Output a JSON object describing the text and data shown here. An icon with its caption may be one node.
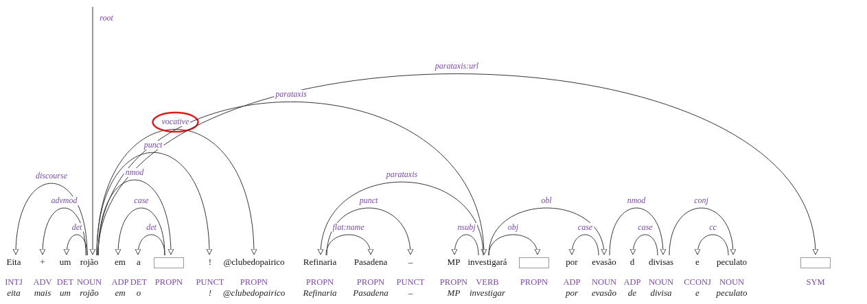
{
  "diagram": {
    "nodes": [
      {
        "text": [
          "Eita"
        ],
        "beside": [
          "INTJ",
          "eita"
        ]
      },
      {
        "text": [
          "+"
        ],
        "beside": [
          "ADV",
          "mais"
        ]
      },
      {
        "text": [
          "um"
        ],
        "beside": [
          "DET",
          "um"
        ]
      },
      {
        "text": [
          "rojão"
        ],
        "beside": [
          "NOUN",
          "rojão"
        ]
      },
      {
        "text": [
          "em"
        ],
        "beside": [
          "ADP",
          "em"
        ]
      },
      {
        "text": [
          "a"
        ],
        "beside": [
          "DET",
          "o"
        ]
      },
      {
        "text": [],
        "shape": "box",
        "beside": [
          "PROPN"
        ]
      },
      {
        "text": [
          "!"
        ],
        "beside": [
          "PUNCT",
          "!"
        ]
      },
      {
        "text": [
          "@clubedopairico"
        ],
        "beside": [
          "PROPN",
          "@clubedopairico"
        ]
      },
      {
        "text": [
          "Refinaria"
        ],
        "beside": [
          "PROPN",
          "Refinaria"
        ]
      },
      {
        "text": [
          "Pasadena"
        ],
        "beside": [
          "PROPN",
          "Pasadena"
        ]
      },
      {
        "text": [
          "–"
        ],
        "beside": [
          "PUNCT",
          "–"
        ]
      },
      {
        "text": [
          "MP"
        ],
        "beside": [
          "PROPN",
          "MP"
        ]
      },
      {
        "text": [
          "investigará"
        ],
        "beside": [
          "VERB",
          "investigar"
        ]
      },
      {
        "text": [],
        "shape": "box",
        "beside": [
          "PROPN"
        ]
      },
      {
        "text": [
          "por"
        ],
        "beside": [
          "ADP",
          "por"
        ]
      },
      {
        "text": [
          "evasão"
        ],
        "beside": [
          "NOUN",
          "evasão"
        ]
      },
      {
        "text": [
          "d"
        ],
        "beside": [
          "ADP",
          "de"
        ]
      },
      {
        "text": [
          "divisas"
        ],
        "beside": [
          "NOUN",
          "divisa"
        ]
      },
      {
        "text": [
          "e"
        ],
        "beside": [
          "CCONJ",
          "e"
        ]
      },
      {
        "text": [
          "peculato"
        ],
        "beside": [
          "NOUN",
          "peculato"
        ]
      },
      {
        "text": [],
        "shape": "box",
        "beside": [
          "SYM"
        ]
      }
    ],
    "edges": [
      {
        "from": 3,
        "to": 0,
        "arrow": "to",
        "label": "discourse"
      },
      {
        "from": 3,
        "to": 1,
        "arrow": "to",
        "label": "advmod"
      },
      {
        "from": 3,
        "to": 2,
        "arrow": "to",
        "label": "det"
      },
      {
        "from": null,
        "to": 3,
        "arrow": "to",
        "label": "root"
      },
      {
        "from": 3,
        "to": 6,
        "arrow": "to",
        "label": "nmod"
      },
      {
        "from": 6,
        "to": 4,
        "arrow": "to",
        "label": "case"
      },
      {
        "from": 6,
        "to": 5,
        "arrow": "to",
        "label": "det"
      },
      {
        "from": 3,
        "to": 7,
        "arrow": "to",
        "label": "punct"
      },
      {
        "from": 3,
        "to": 8,
        "arrow": "to",
        "label": "vocative"
      },
      {
        "from": 3,
        "to": 13,
        "arrow": "to",
        "label": "parataxis"
      },
      {
        "from": 3,
        "to": 21,
        "arrow": "to",
        "label": "parataxis:url"
      },
      {
        "from": 13,
        "to": 9,
        "arrow": "to",
        "label": "parataxis"
      },
      {
        "from": 9,
        "to": 11,
        "arrow": "to",
        "label": "punct"
      },
      {
        "from": 9,
        "to": 10,
        "arrow": "to",
        "label": "flat:name"
      },
      {
        "from": 13,
        "to": 12,
        "arrow": "to",
        "label": "nsubj"
      },
      {
        "from": 13,
        "to": 14,
        "arrow": "to",
        "label": "obj"
      },
      {
        "from": 13,
        "to": 16,
        "arrow": "to",
        "label": "obl"
      },
      {
        "from": 16,
        "to": 15,
        "arrow": "to",
        "label": "case"
      },
      {
        "from": 16,
        "to": 18,
        "arrow": "to",
        "label": "nmod"
      },
      {
        "from": 18,
        "to": 17,
        "arrow": "to",
        "label": "case"
      },
      {
        "from": 18,
        "to": 20,
        "arrow": "to",
        "label": "conj"
      },
      {
        "from": 20,
        "to": 19,
        "arrow": "to",
        "label": "cc"
      }
    ]
  }
}
